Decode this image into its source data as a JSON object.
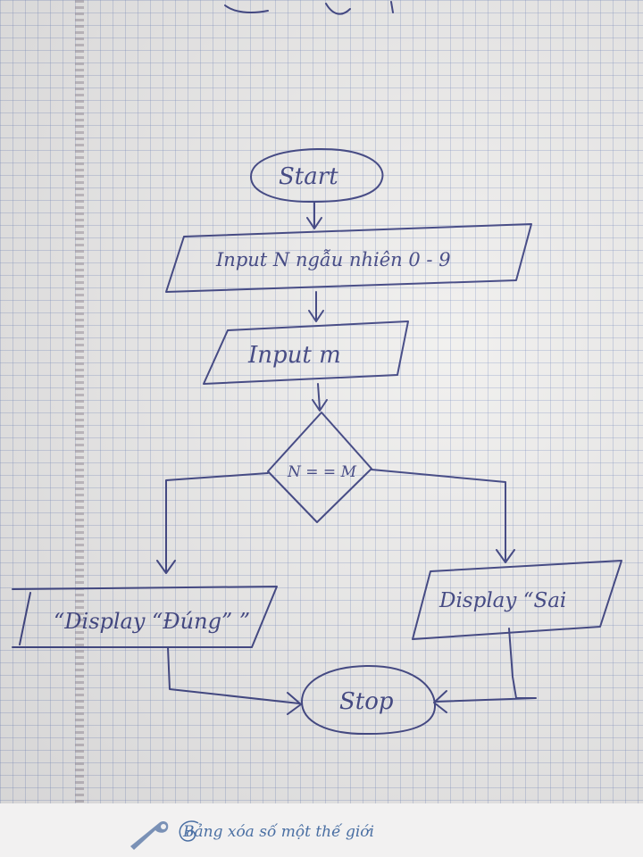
{
  "flowchart": {
    "start": "Start",
    "input_n": "Input N ngẫu nhiên 0 - 9",
    "input_m": "Input m",
    "decision": "N = = M",
    "display_true": "“Display “Đúng” ”",
    "display_false": "Display “Sai",
    "stop": "Stop"
  },
  "footer": {
    "slogan": "Bảng xóa số một thế giới"
  },
  "colors": {
    "ink": "#2c3276",
    "grid": "#8c9bc4",
    "paper": "#efeeec",
    "brand": "#4a6fa3"
  },
  "icons": {
    "footer_logo": "pen-logo-icon"
  }
}
